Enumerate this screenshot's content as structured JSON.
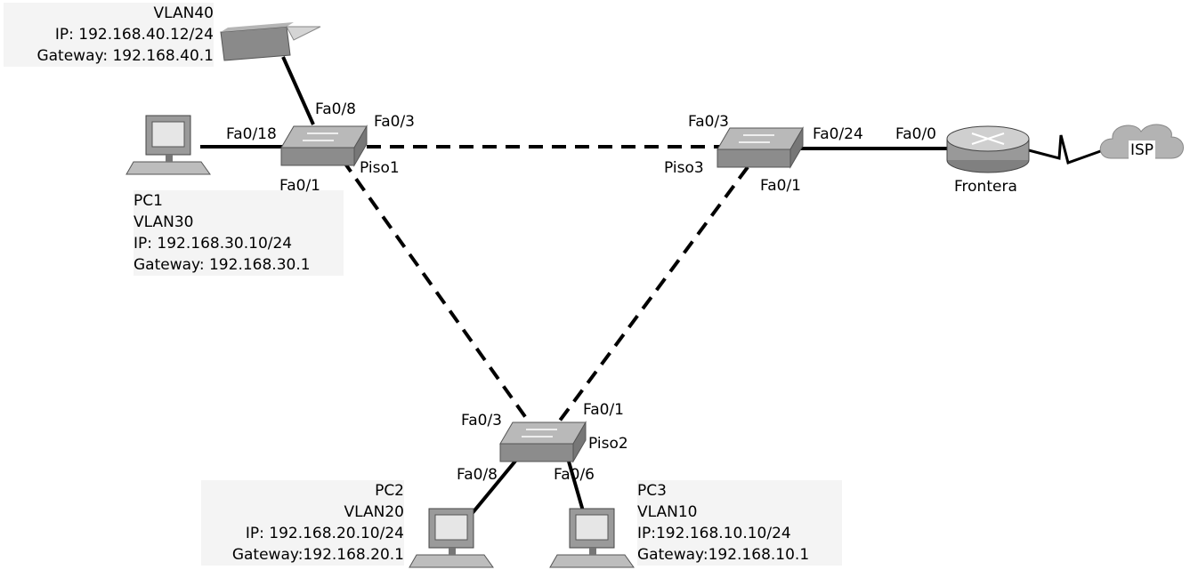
{
  "colors": {
    "cable": "#000000",
    "device_gray": "#8c8c8c",
    "label_bg": "#f4f4f4"
  },
  "devices": {
    "printer": {
      "name": "VLAN40",
      "ip": "IP: 192.168.40.12/24",
      "gateway": "Gateway: 192.168.40.1",
      "icon": "printer-icon"
    },
    "pc1": {
      "name": "PC1",
      "vlan": "VLAN30",
      "ip": "IP: 192.168.30.10/24",
      "gateway": "Gateway: 192.168.30.1",
      "icon": "pc-icon"
    },
    "pc2": {
      "name": "PC2",
      "vlan": "VLAN20",
      "ip": "IP: 192.168.20.10/24",
      "gateway": "Gateway:192.168.20.1",
      "icon": "pc-icon"
    },
    "pc3": {
      "name": "PC3",
      "vlan": "VLAN10",
      "ip": "IP:192.168.10.10/24",
      "gateway": "Gateway:192.168.10.1",
      "icon": "pc-icon"
    },
    "piso1": {
      "name": "Piso1",
      "icon": "switch-icon"
    },
    "piso2": {
      "name": "Piso2",
      "icon": "switch-icon"
    },
    "piso3": {
      "name": "Piso3",
      "icon": "switch-icon"
    },
    "frontera": {
      "name": "Frontera",
      "icon": "router-icon"
    },
    "isp": {
      "name": "ISP",
      "icon": "cloud-icon"
    }
  },
  "ports": {
    "piso1_fa0_8": "Fa0/8",
    "piso1_fa0_3": "Fa0/3",
    "piso1_fa0_18": "Fa0/18",
    "piso1_fa0_1": "Fa0/1",
    "piso3_fa0_3": "Fa0/3",
    "piso3_fa0_24": "Fa0/24",
    "piso3_fa0_1": "Fa0/1",
    "frontera_fa0_0": "Fa0/0",
    "piso2_fa0_3": "Fa0/3",
    "piso2_fa0_1": "Fa0/1",
    "piso2_fa0_8": "Fa0/8",
    "piso2_fa0_6": "Fa0/6"
  }
}
